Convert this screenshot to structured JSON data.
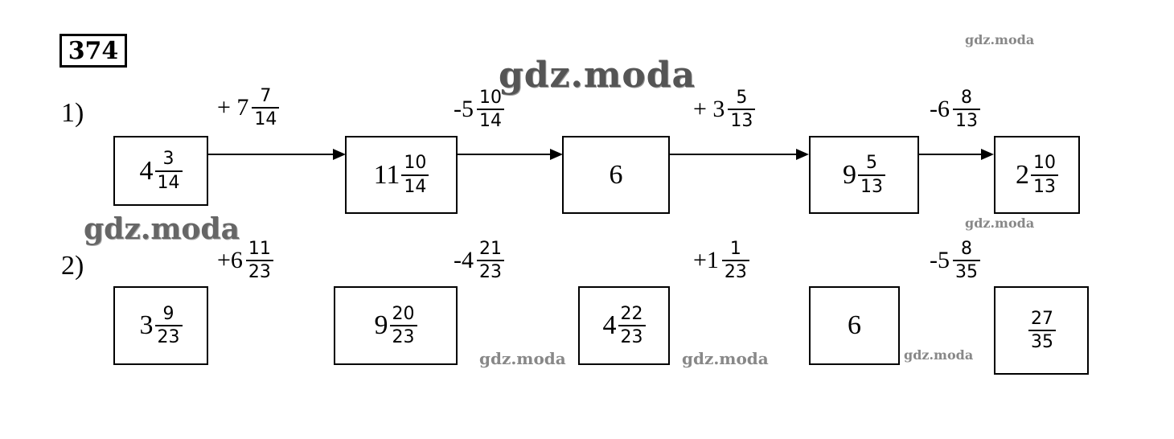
{
  "task_number": "374",
  "row1": {
    "label": "1)",
    "boxes": [
      {
        "whole": "4",
        "num": "3",
        "den": "14"
      },
      {
        "whole": "11",
        "num": "10",
        "den": "14"
      },
      {
        "whole": "6",
        "num": "",
        "den": ""
      },
      {
        "whole": "9",
        "num": "5",
        "den": "13"
      },
      {
        "whole": "2",
        "num": "10",
        "den": "13"
      }
    ],
    "ops": [
      {
        "sign": "+ 7",
        "num": "7",
        "den": "14"
      },
      {
        "sign": "-5",
        "num": "10",
        "den": "14"
      },
      {
        "sign": "+ 3",
        "num": "5",
        "den": "13"
      },
      {
        "sign": "-6",
        "num": "8",
        "den": "13"
      }
    ]
  },
  "row2": {
    "label": "2)",
    "boxes": [
      {
        "whole": "3",
        "num": "9",
        "den": "23"
      },
      {
        "whole": "9",
        "num": "20",
        "den": "23"
      },
      {
        "whole": "4",
        "num": "22",
        "den": "23"
      },
      {
        "whole": "6",
        "num": "",
        "den": ""
      },
      {
        "whole": "",
        "num": "27",
        "den": "35"
      }
    ],
    "ops": [
      {
        "sign": "+6",
        "num": "11",
        "den": "23"
      },
      {
        "sign": "-4",
        "num": "21",
        "den": "23"
      },
      {
        "sign": "+1",
        "num": "1",
        "den": "23"
      },
      {
        "sign": "-5",
        "num": "8",
        "den": "35"
      }
    ]
  },
  "watermarks": [
    "gdz.moda",
    "gdz.moda",
    "gdz.moda",
    "gdz.moda",
    "gdz.moda",
    "gdz.moda",
    "gdz.moda"
  ]
}
